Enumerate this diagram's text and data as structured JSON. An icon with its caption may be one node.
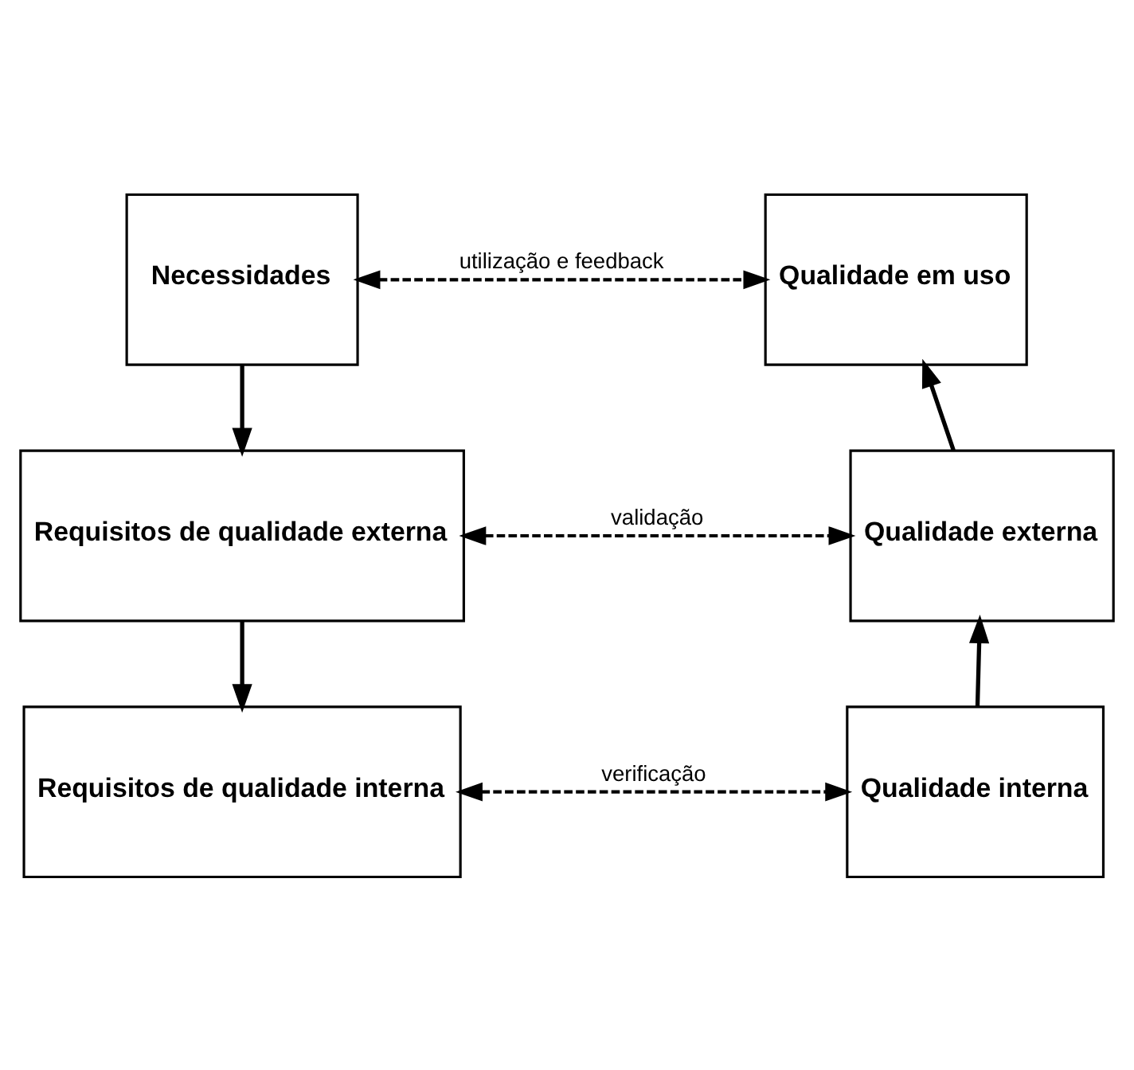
{
  "diagram": {
    "nodes": [
      {
        "text": [
          "Necessidades"
        ]
      },
      {
        "text": [
          "Qualidade em uso"
        ]
      },
      {
        "text": [
          "Requisitos de qualidade externa"
        ]
      },
      {
        "text": [
          "Qualidade externa"
        ]
      },
      {
        "text": [
          "Requisitos de qualidade interna"
        ]
      },
      {
        "text": [
          "Qualidade interna"
        ]
      }
    ],
    "edges": [
      {
        "from": 0,
        "to": 1,
        "arrow": "both",
        "style": "dashed",
        "label": "utilização e feedback"
      },
      {
        "from": 0,
        "to": 2,
        "arrow": "to"
      },
      {
        "from": 3,
        "to": 1,
        "arrow": "to"
      },
      {
        "from": 2,
        "to": 3,
        "arrow": "both",
        "style": "dashed",
        "label": "validação"
      },
      {
        "from": 2,
        "to": 4,
        "arrow": "to"
      },
      {
        "from": 5,
        "to": 3,
        "arrow": "to"
      },
      {
        "from": 4,
        "to": 5,
        "arrow": "both",
        "style": "dashed",
        "label": "verificação"
      }
    ]
  }
}
